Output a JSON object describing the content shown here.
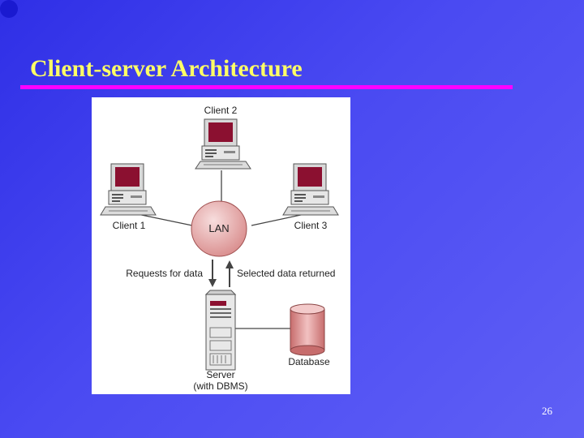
{
  "slide": {
    "title": "Client-server Architecture",
    "page_number": "26"
  },
  "diagram": {
    "clients": [
      "Client 2",
      "Client 1",
      "Client 3"
    ],
    "network_label": "LAN",
    "request_label": "Requests for data",
    "response_label": "Selected data returned",
    "server_label_line1": "Server",
    "server_label_line2": "(with DBMS)",
    "database_label": "Database"
  },
  "colors": {
    "background": "#3b3bee",
    "title": "#ffff66",
    "rule": "#ff00ff",
    "screen": "#8b1030",
    "lan": "#e8b0b0",
    "database": "#e29a9a"
  }
}
